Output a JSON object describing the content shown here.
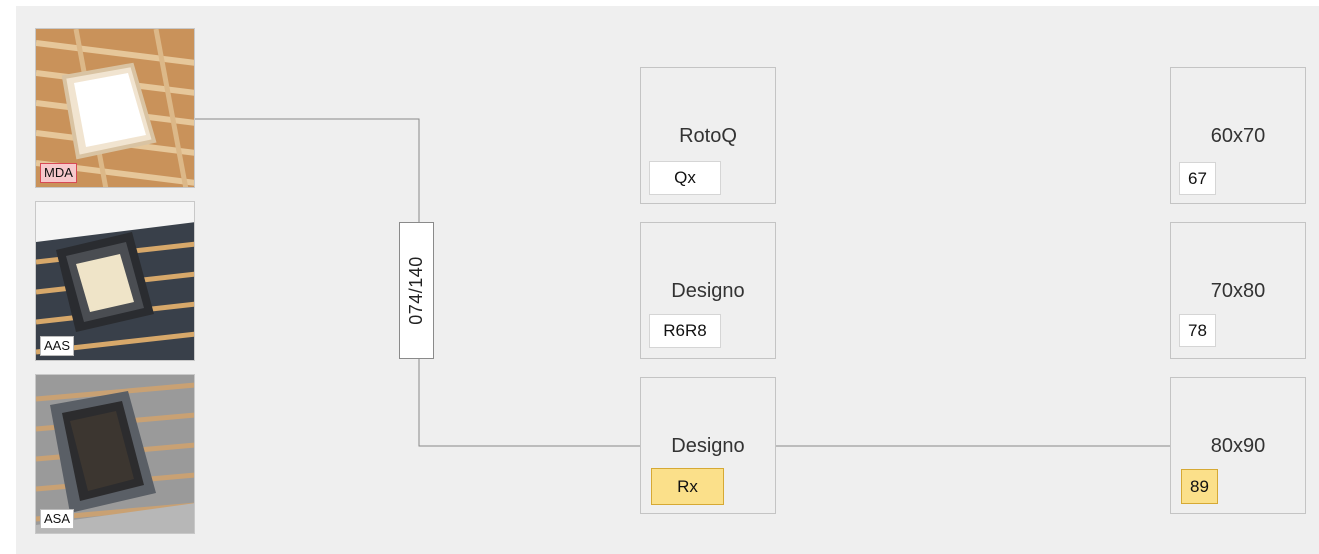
{
  "thumbnails": [
    {
      "tag": "MDA",
      "highlighted": true
    },
    {
      "tag": "AAS",
      "highlighted": false
    },
    {
      "tag": "ASA",
      "highlighted": false
    }
  ],
  "connector_box": {
    "label": "074/140"
  },
  "models": [
    {
      "name": "RotoQ",
      "code": "Qx",
      "highlighted": false
    },
    {
      "name": "Designo",
      "code": "R6R8",
      "highlighted": false
    },
    {
      "name": "Designo",
      "code": "Rx",
      "highlighted": true
    }
  ],
  "sizes": [
    {
      "size": "60x70",
      "code": "67",
      "highlighted": false
    },
    {
      "size": "70x80",
      "code": "78",
      "highlighted": false
    },
    {
      "size": "80x90",
      "code": "89",
      "highlighted": true
    }
  ],
  "colors": {
    "background": "#efefef",
    "line": "#8a8a8a",
    "highlight_yellow": "#fbe08a",
    "highlight_red": "#f7c9cc"
  }
}
